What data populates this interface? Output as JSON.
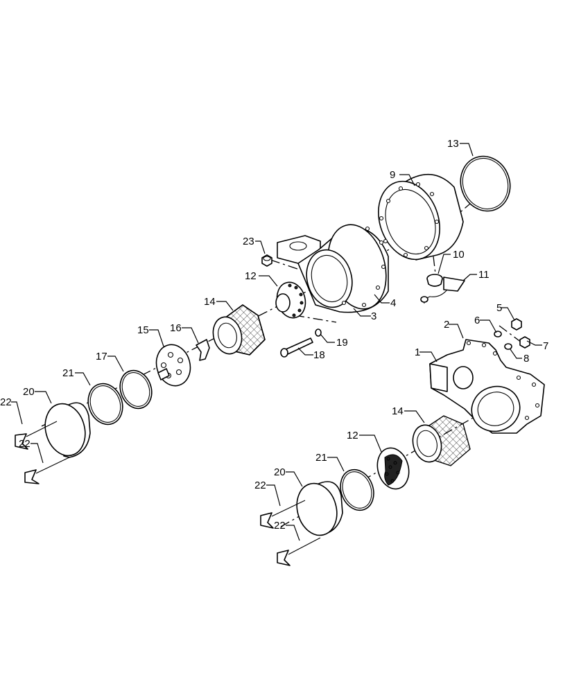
{
  "callouts": [
    "1",
    "2",
    "3",
    "4",
    "5",
    "6",
    "7",
    "8",
    "9",
    "10",
    "11",
    "12",
    "12",
    "13",
    "14",
    "14",
    "15",
    "16",
    "17",
    "18",
    "19",
    "20",
    "20",
    "21",
    "21",
    "22",
    "22",
    "22",
    "22",
    "23"
  ],
  "colors": {
    "line": "#000000",
    "background": "#ffffff"
  }
}
